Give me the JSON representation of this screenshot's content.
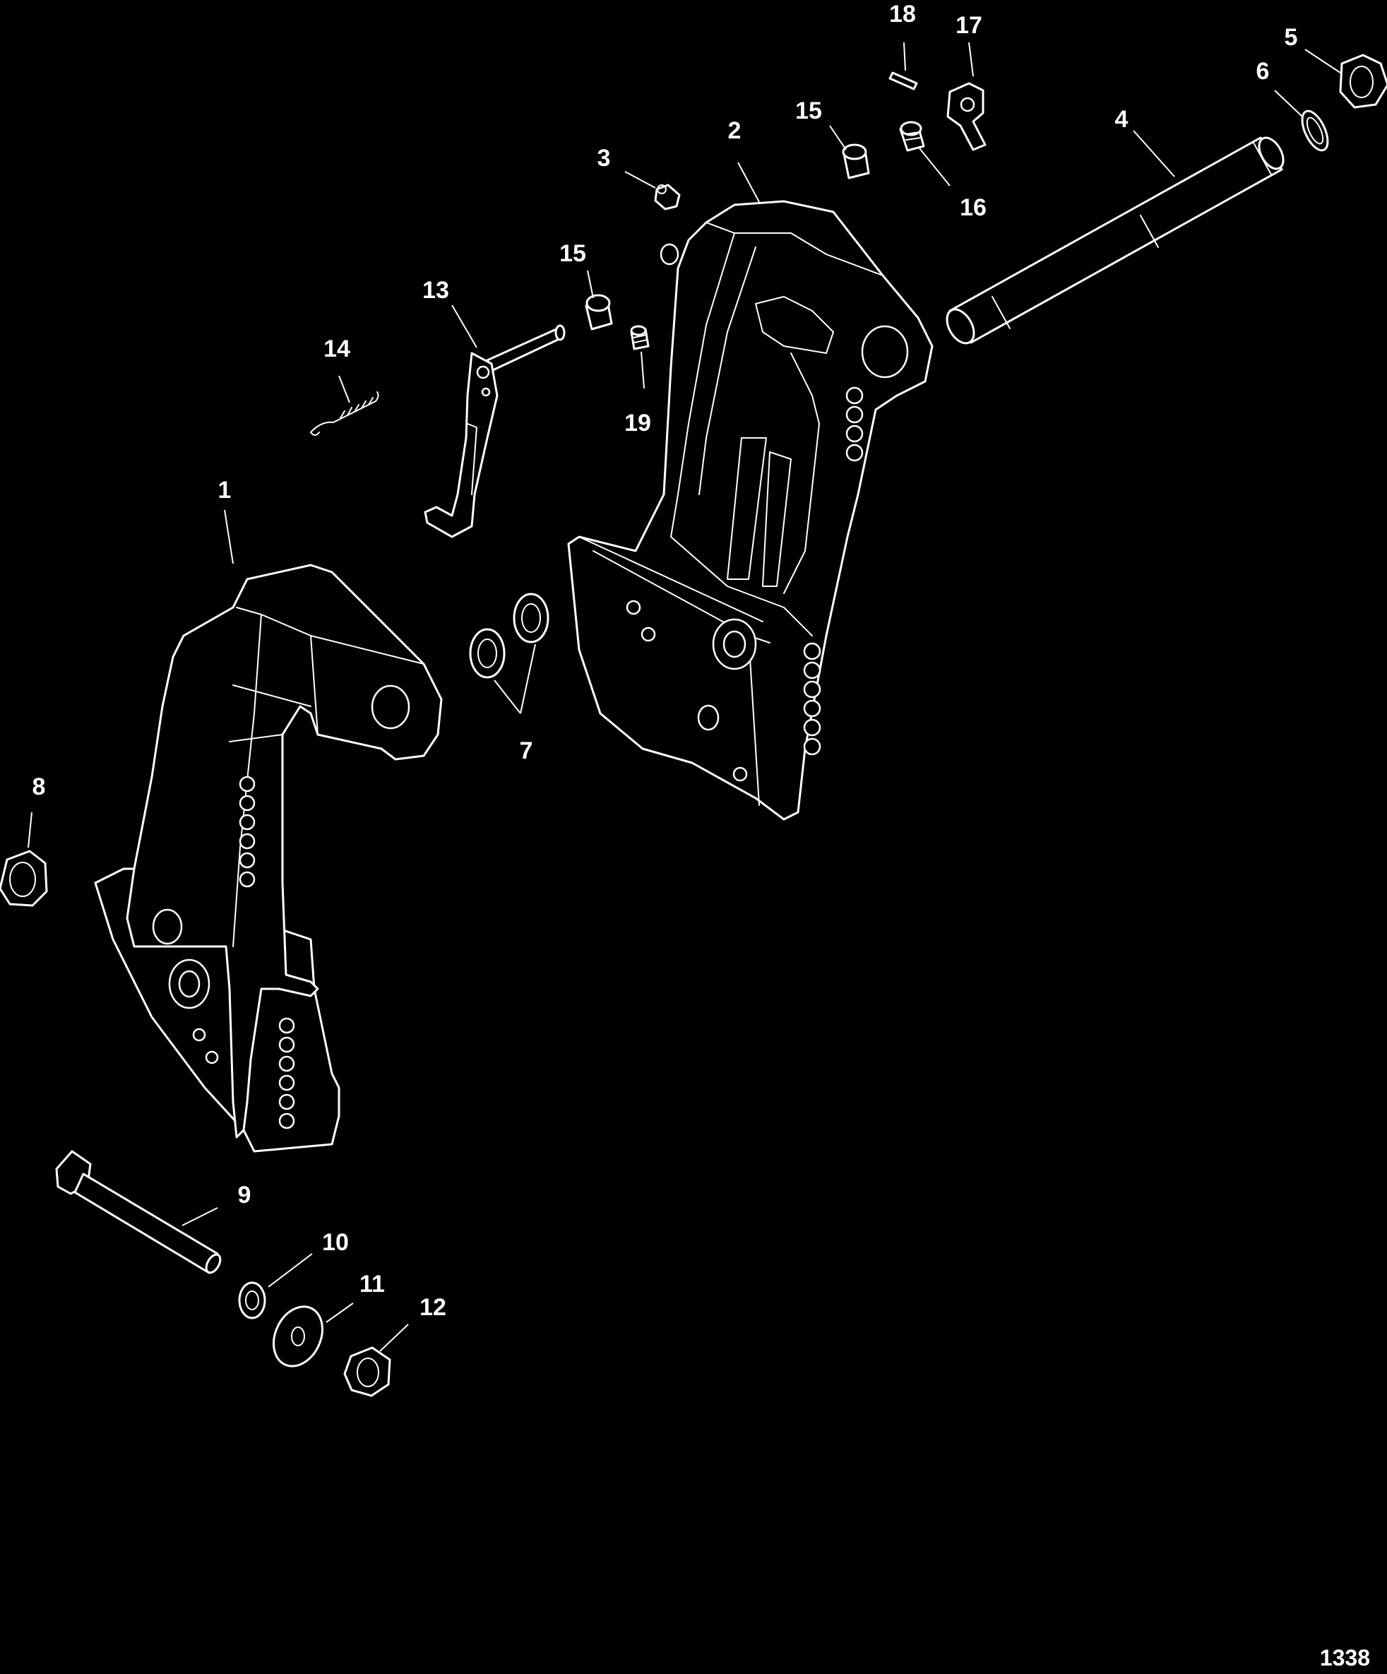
{
  "diagram": {
    "background": "#000000",
    "line_color": "#ffffff",
    "figure_number": "1338",
    "callouts": [
      {
        "id": "c1",
        "label": "1"
      },
      {
        "id": "c2",
        "label": "2"
      },
      {
        "id": "c3",
        "label": "3"
      },
      {
        "id": "c4",
        "label": "4"
      },
      {
        "id": "c5",
        "label": "5"
      },
      {
        "id": "c6",
        "label": "6"
      },
      {
        "id": "c7",
        "label": "7"
      },
      {
        "id": "c8",
        "label": "8"
      },
      {
        "id": "c9",
        "label": "9"
      },
      {
        "id": "c10",
        "label": "10"
      },
      {
        "id": "c11",
        "label": "11"
      },
      {
        "id": "c12",
        "label": "12"
      },
      {
        "id": "c13",
        "label": "13"
      },
      {
        "id": "c14",
        "label": "14"
      },
      {
        "id": "c15a",
        "label": "15"
      },
      {
        "id": "c15b",
        "label": "15"
      },
      {
        "id": "c16",
        "label": "16"
      },
      {
        "id": "c17",
        "label": "17"
      },
      {
        "id": "c18",
        "label": "18"
      },
      {
        "id": "c19",
        "label": "19"
      }
    ]
  }
}
